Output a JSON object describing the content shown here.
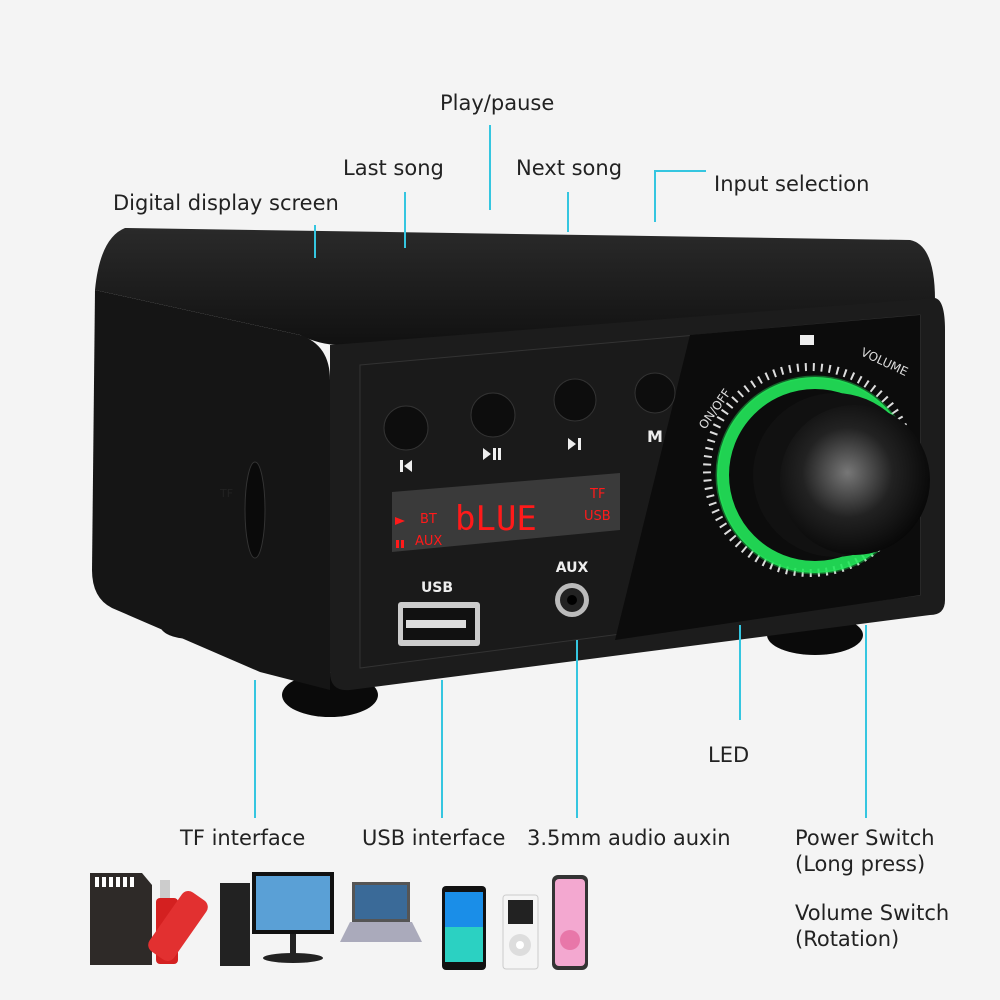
{
  "callouts": {
    "play_pause": "Play/pause",
    "last_song": "Last song",
    "next_song": "Next song",
    "input_selection": "Input selection",
    "digital_display": "Digital display screen",
    "led": "LED",
    "tf_interface": "TF interface",
    "usb_interface": "USB interface",
    "aux_in": "3.5mm audio auxin",
    "power_switch": "Power Switch",
    "power_switch_note": "(Long press)",
    "volume_switch": "Volume Switch",
    "volume_switch_note": "(Rotation)"
  },
  "device": {
    "button_m": "M",
    "display": {
      "left_top": "BT",
      "left_bottom": "AUX",
      "main": "bLUE",
      "right_top": "TF",
      "right_bottom": "USB"
    },
    "usb_label": "USB",
    "aux_label": "AUX",
    "tf_label": "TF",
    "knob_onoff": "ON/OFF",
    "knob_volume": "VOLUME",
    "led_color": "#22e85a",
    "display_color": "#ff1a1a",
    "leader_line_color": "#35c6e0"
  },
  "compatible_devices": [
    "tf-card-icon",
    "usb-flash-drive-icon",
    "desktop-computer-icon",
    "laptop-icon",
    "tablet-icon",
    "mp3-player-icon",
    "smartphone-icon"
  ]
}
